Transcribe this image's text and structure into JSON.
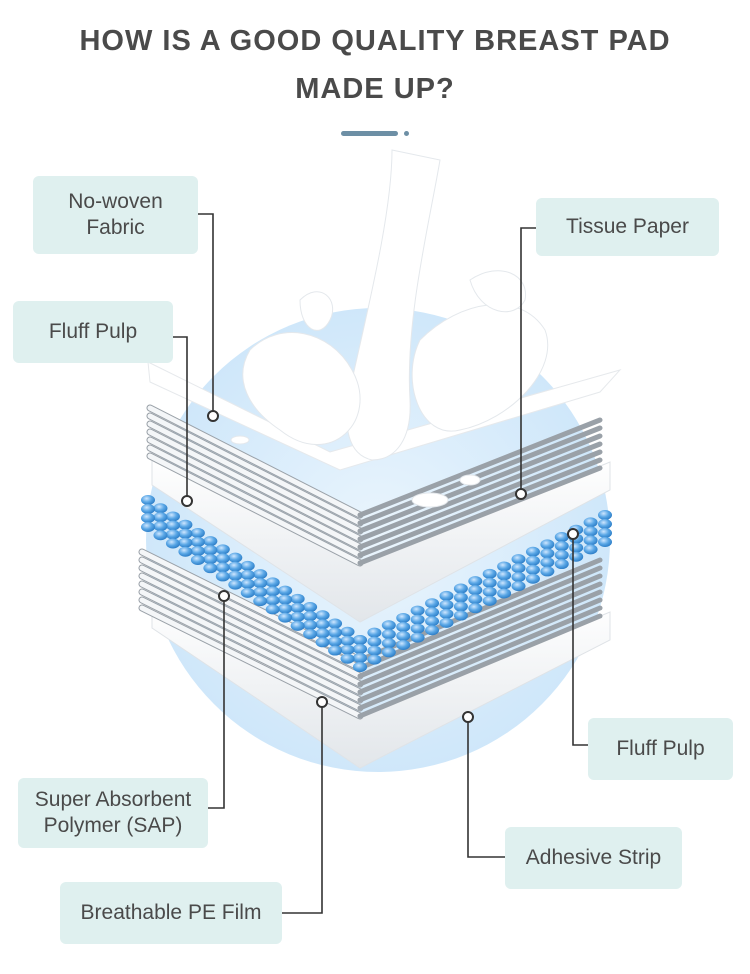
{
  "title": {
    "line1": "HOW IS A GOOD QUALITY BREAST PAD",
    "line2": "MADE UP?"
  },
  "colors": {
    "title": "#4a4a4a",
    "accent": "#6d8fa5",
    "label_bg": "#dff0ef",
    "leader": "#333333",
    "sap_blue": "#5aa7e6",
    "halo": "#d6ecfb"
  },
  "labels": {
    "nonwoven": "No-woven\nFabric",
    "tissue": "Tissue Paper",
    "fluff_left": "Fluff Pulp",
    "fluff_right": "Fluff Pulp",
    "sap": "Super Absorbent\nPolymer (SAP)",
    "adhesive": "Adhesive Strip",
    "pe_film": "Breathable PE Film"
  }
}
